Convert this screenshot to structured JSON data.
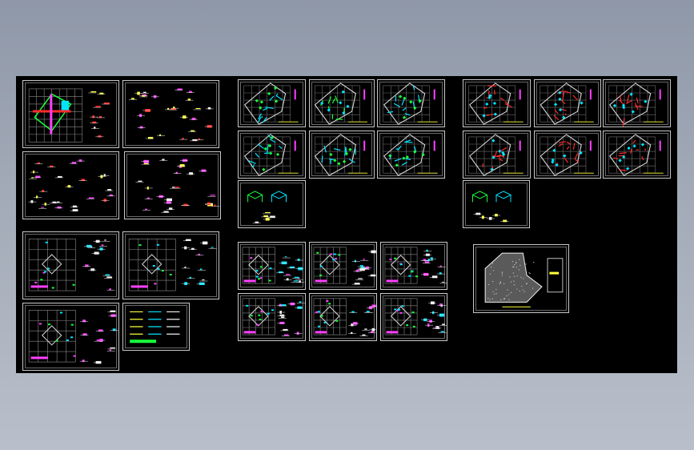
{
  "viewer": {
    "background_top": "#8f98a8",
    "background_bottom": "#b9bfca",
    "canvas_color": "#000000"
  },
  "palette": {
    "wall": "#d9d9d9",
    "grid": "#bfbfbf",
    "cyan": "#00e5ff",
    "green": "#19ff3a",
    "red": "#ff2a2a",
    "magenta": "#ff40ff",
    "yellow": "#ffff3a",
    "white": "#f0f0f0"
  },
  "sheets": {
    "group_a": [
      "plan-colored",
      "details-grid",
      "details-grid",
      "details-grid",
      "plan-grid-details",
      "plan-grid-details",
      "plan-grid-details",
      "notes-legend"
    ],
    "group_b": [
      "rotated-cyan",
      "rotated-green",
      "rotated-cyan",
      "rotated-cyan",
      "rotated-cyan",
      "rotated-cyan",
      "iso-details"
    ],
    "group_c": [
      "rotated-red",
      "rotated-red",
      "rotated-red",
      "rotated-red",
      "rotated-red",
      "rotated-red",
      "iso-details"
    ],
    "group_d": [
      "plan-grid-details",
      "plan-grid-details",
      "plan-grid-details",
      "plan-grid-details",
      "plan-grid-details",
      "plan-grid-details"
    ],
    "group_e": [
      "site-hatched"
    ]
  }
}
